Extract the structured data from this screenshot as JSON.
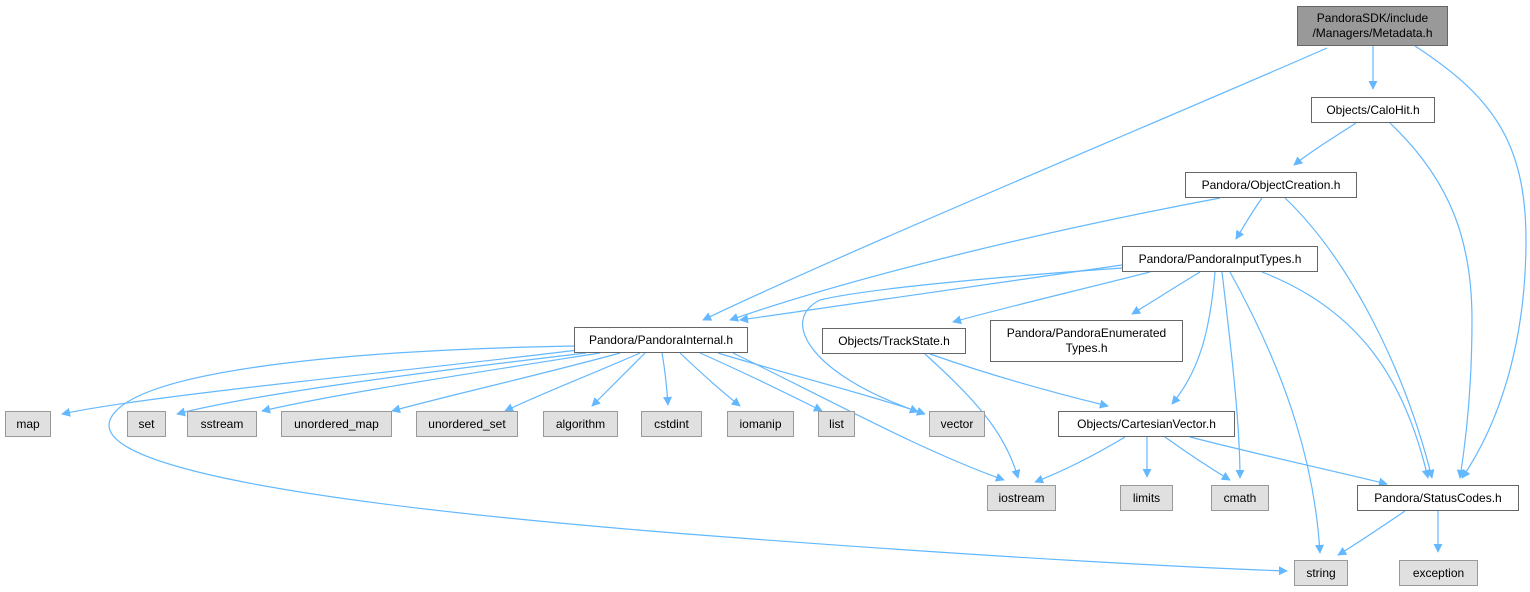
{
  "graph": {
    "colors": {
      "edge": "#63b8ff",
      "root_fill": "#999999",
      "local_fill": "#ffffff",
      "system_fill": "#e0e0e0"
    },
    "nodes": {
      "metadata": {
        "label": "PandoraSDK/include\n/Managers/Metadata.h",
        "kind": "root"
      },
      "calohit": {
        "label": "Objects/CaloHit.h",
        "kind": "local"
      },
      "objectcreation": {
        "label": "Pandora/ObjectCreation.h",
        "kind": "local"
      },
      "pandorainputtypes": {
        "label": "Pandora/PandoraInputTypes.h",
        "kind": "local"
      },
      "pandorainternal": {
        "label": "Pandora/PandoraInternal.h",
        "kind": "local"
      },
      "trackstate": {
        "label": "Objects/TrackState.h",
        "kind": "local"
      },
      "pandoraenumeratedtypes": {
        "label": "Pandora/PandoraEnumerated\nTypes.h",
        "kind": "local"
      },
      "cartesianvector": {
        "label": "Objects/CartesianVector.h",
        "kind": "local"
      },
      "statuscodes": {
        "label": "Pandora/StatusCodes.h",
        "kind": "local"
      },
      "map": {
        "label": "map",
        "kind": "system"
      },
      "set": {
        "label": "set",
        "kind": "system"
      },
      "sstream": {
        "label": "sstream",
        "kind": "system"
      },
      "unordered_map": {
        "label": "unordered_map",
        "kind": "system"
      },
      "unordered_set": {
        "label": "unordered_set",
        "kind": "system"
      },
      "algorithm": {
        "label": "algorithm",
        "kind": "system"
      },
      "cstdint": {
        "label": "cstdint",
        "kind": "system"
      },
      "iomanip": {
        "label": "iomanip",
        "kind": "system"
      },
      "list": {
        "label": "list",
        "kind": "system"
      },
      "vector": {
        "label": "vector",
        "kind": "system"
      },
      "iostream": {
        "label": "iostream",
        "kind": "system"
      },
      "limits": {
        "label": "limits",
        "kind": "system"
      },
      "cmath": {
        "label": "cmath",
        "kind": "system"
      },
      "string": {
        "label": "string",
        "kind": "system"
      },
      "exception": {
        "label": "exception",
        "kind": "system"
      }
    },
    "edges": [
      [
        "metadata",
        "calohit"
      ],
      [
        "metadata",
        "pandorainternal"
      ],
      [
        "metadata",
        "statuscodes"
      ],
      [
        "calohit",
        "objectcreation"
      ],
      [
        "calohit",
        "statuscodes"
      ],
      [
        "objectcreation",
        "pandorainputtypes"
      ],
      [
        "objectcreation",
        "pandorainternal"
      ],
      [
        "objectcreation",
        "statuscodes"
      ],
      [
        "pandorainputtypes",
        "pandorainternal"
      ],
      [
        "pandorainputtypes",
        "trackstate"
      ],
      [
        "pandorainputtypes",
        "pandoraenumeratedtypes"
      ],
      [
        "pandorainputtypes",
        "cartesianvector"
      ],
      [
        "pandorainputtypes",
        "statuscodes"
      ],
      [
        "pandorainputtypes",
        "vector"
      ],
      [
        "pandorainputtypes",
        "cmath"
      ],
      [
        "pandorainputtypes",
        "string"
      ],
      [
        "pandorainternal",
        "map"
      ],
      [
        "pandorainternal",
        "set"
      ],
      [
        "pandorainternal",
        "sstream"
      ],
      [
        "pandorainternal",
        "unordered_map"
      ],
      [
        "pandorainternal",
        "unordered_set"
      ],
      [
        "pandorainternal",
        "algorithm"
      ],
      [
        "pandorainternal",
        "cstdint"
      ],
      [
        "pandorainternal",
        "iomanip"
      ],
      [
        "pandorainternal",
        "list"
      ],
      [
        "pandorainternal",
        "vector"
      ],
      [
        "pandorainternal",
        "iostream"
      ],
      [
        "pandorainternal",
        "string"
      ],
      [
        "trackstate",
        "cartesianvector"
      ],
      [
        "trackstate",
        "iostream"
      ],
      [
        "cartesianvector",
        "iostream"
      ],
      [
        "cartesianvector",
        "limits"
      ],
      [
        "cartesianvector",
        "cmath"
      ],
      [
        "cartesianvector",
        "statuscodes"
      ],
      [
        "statuscodes",
        "string"
      ],
      [
        "statuscodes",
        "exception"
      ]
    ]
  }
}
